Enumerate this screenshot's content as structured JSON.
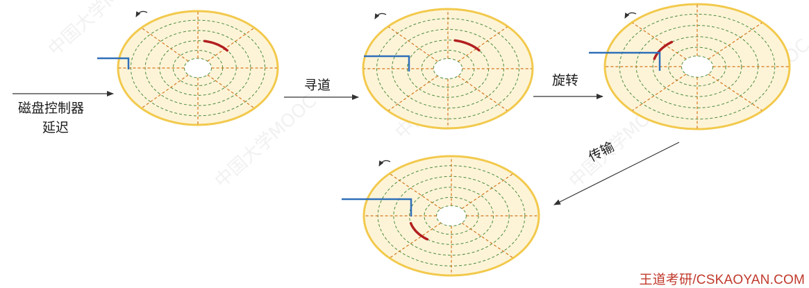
{
  "labels": {
    "controller_delay_line1": "磁盘控制器",
    "controller_delay_line2": "延迟",
    "seek": "寻道",
    "rotation": "旋转",
    "transfer": "传输"
  },
  "watermark": "中国大学MOOC",
  "brand": "王道考研/CSKAOYAN.COM",
  "colors": {
    "platter_rim": "#f2c94c",
    "platter_fill": "#fdf4d8",
    "track": "#4a8a3a",
    "sector_divider": "#d4761c",
    "head_arm": "#2f6fb8",
    "target_sector": "#b21f1f",
    "arrow": "#333333",
    "brand": "#c0392b"
  },
  "icons": {
    "rotation_direction": "curved-arrow-counterclockwise"
  }
}
